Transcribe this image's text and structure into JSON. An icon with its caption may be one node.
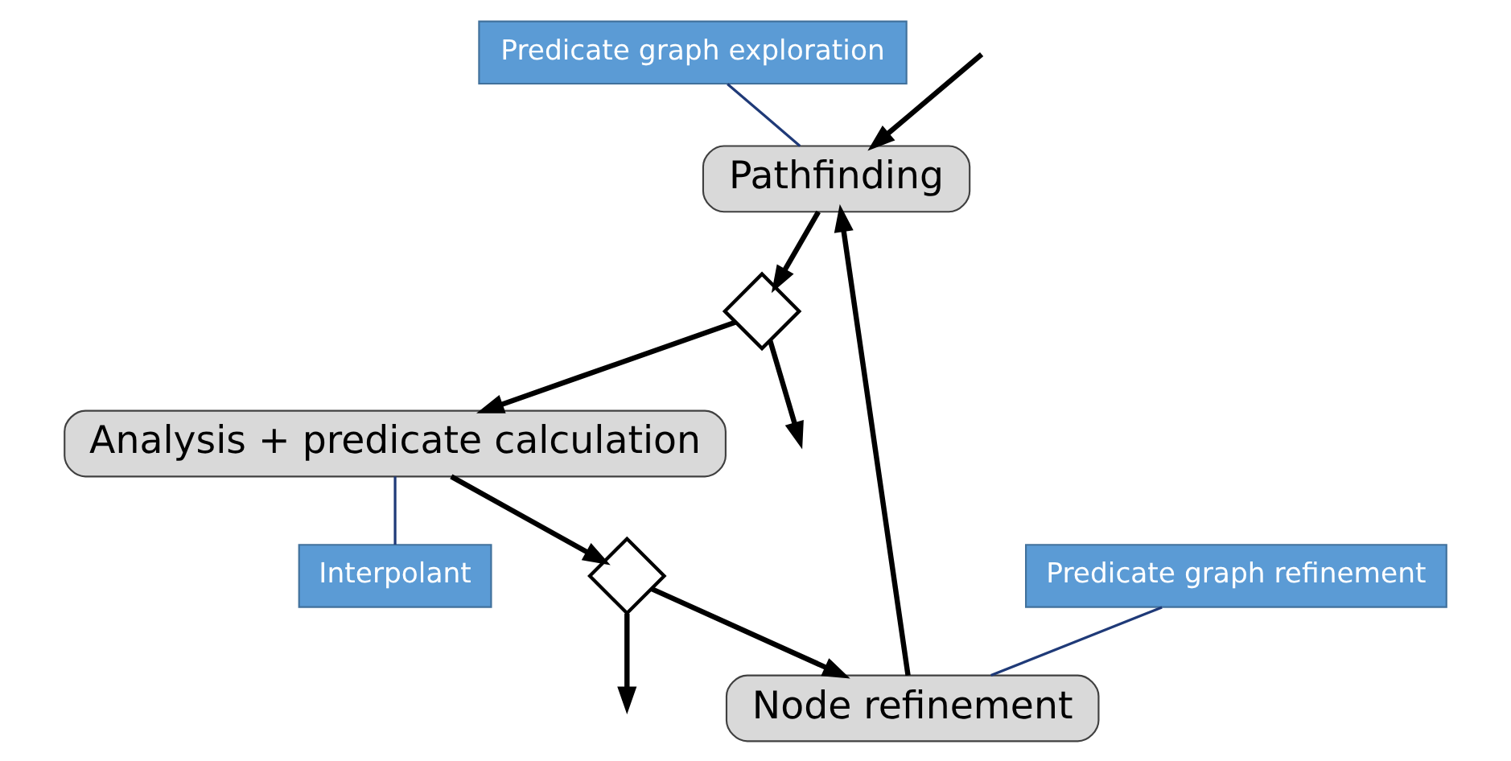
{
  "diagram": {
    "nodes": [
      {
        "text": [
          "Predicate graph exploration"
        ]
      },
      {
        "text": [
          "Pathfinding"
        ]
      },
      {
        "text": [],
        "shape": "diamond"
      },
      {
        "text": [
          "Analysis + predicate calculation"
        ]
      },
      {
        "text": [
          "Interpolant"
        ]
      },
      {
        "text": [
          "Predicate graph refinement"
        ]
      },
      {
        "text": [
          "Node refinement"
        ]
      },
      {
        "text": [],
        "shape": "diamond"
      }
    ],
    "edges": [
      {
        "from": null,
        "to": 1,
        "arrow": "to"
      },
      {
        "from": 0,
        "to": 1,
        "arrow": "none",
        "color": "#1f3a78"
      },
      {
        "from": 1,
        "to": 2,
        "arrow": "to"
      },
      {
        "from": 2,
        "to": null,
        "arrow": "to"
      },
      {
        "from": 2,
        "to": 3,
        "arrow": "to"
      },
      {
        "from": 3,
        "to": 4,
        "arrow": "none",
        "color": "#1f3a78"
      },
      {
        "from": 3,
        "to": 7,
        "arrow": "to"
      },
      {
        "from": 7,
        "to": 6,
        "arrow": "to"
      },
      {
        "from": 7,
        "to": null,
        "arrow": "to"
      },
      {
        "from": 6,
        "to": 1,
        "arrow": "to"
      },
      {
        "from": 5,
        "to": 6,
        "arrow": "none",
        "color": "#1f3a78"
      }
    ]
  }
}
